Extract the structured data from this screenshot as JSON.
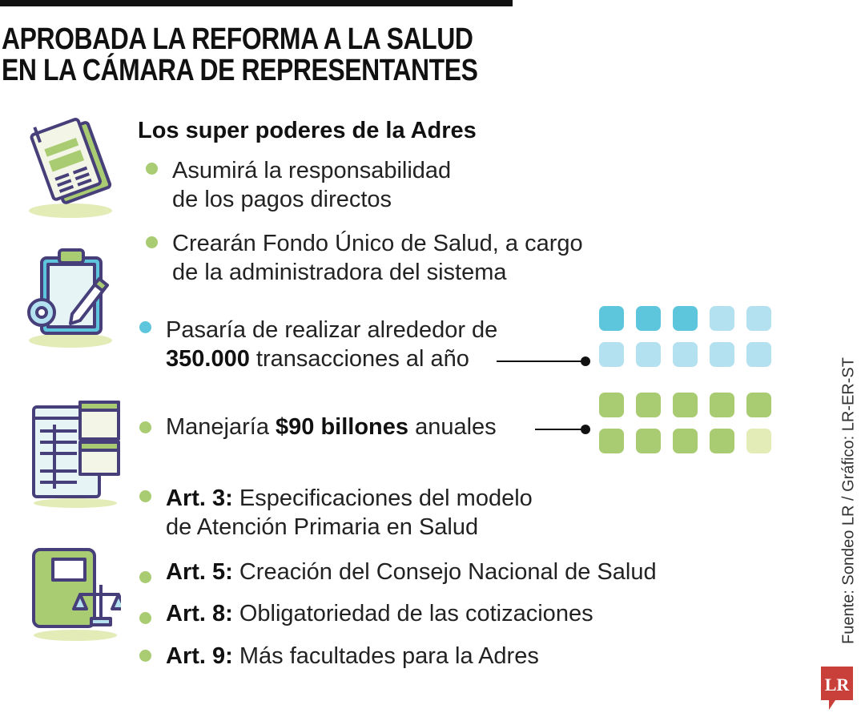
{
  "title": {
    "line1": "APROBADA LA REFORMA A LA SALUD",
    "line2": "EN LA CÁMARA DE REPRESENTANTES"
  },
  "heading": "Los super poderes de la Adres",
  "colors": {
    "green": "#a9cc72",
    "green_light": "#e3ebb7",
    "blue": "#5ec6dc",
    "blue_light": "#b3e1ef",
    "ink": "#463f7a",
    "logo_red": "#c9403a"
  },
  "items": [
    {
      "line1": "Asumirá la responsabilidad",
      "line2": "de los pagos directos"
    },
    {
      "line1": "Crearán Fondo Único de Salud, a cargo",
      "line2": "de la administradora del sistema"
    },
    {
      "line1": "Pasaría de realizar alrededor de",
      "bold2": "350.000",
      "line2": " transacciones al año"
    },
    {
      "pre": "Manejaría ",
      "bold": "$90 billones",
      "post": " anuales"
    }
  ],
  "articles": [
    {
      "label": "Art. 3:",
      "text": "Especificaciones del modelo",
      "text2": "de Atención Primaria en Salud"
    },
    {
      "label": "Art. 5:",
      "text": "Creación del Consejo Nacional de Salud"
    },
    {
      "label": "Art. 8:",
      "text": "Obligatoriedad de las cotizaciones"
    },
    {
      "label": "Art. 9:",
      "text": "Más facultades para la Adres"
    }
  ],
  "grids": [
    {
      "total": 10,
      "filled": 3,
      "color": "#5ec6dc",
      "empty_color": "#b3e1ef"
    },
    {
      "total": 10,
      "filled": 9,
      "color": "#a9cc72",
      "empty_color": "#e3ebb7"
    }
  ],
  "source": "Fuente: Sondeo LR / Gráfico: LR-ER-ST",
  "logo": "LR",
  "icons": [
    "documents-icon",
    "clipboard-gear-icon",
    "spreadsheet-chart-icon",
    "law-book-scale-icon"
  ]
}
